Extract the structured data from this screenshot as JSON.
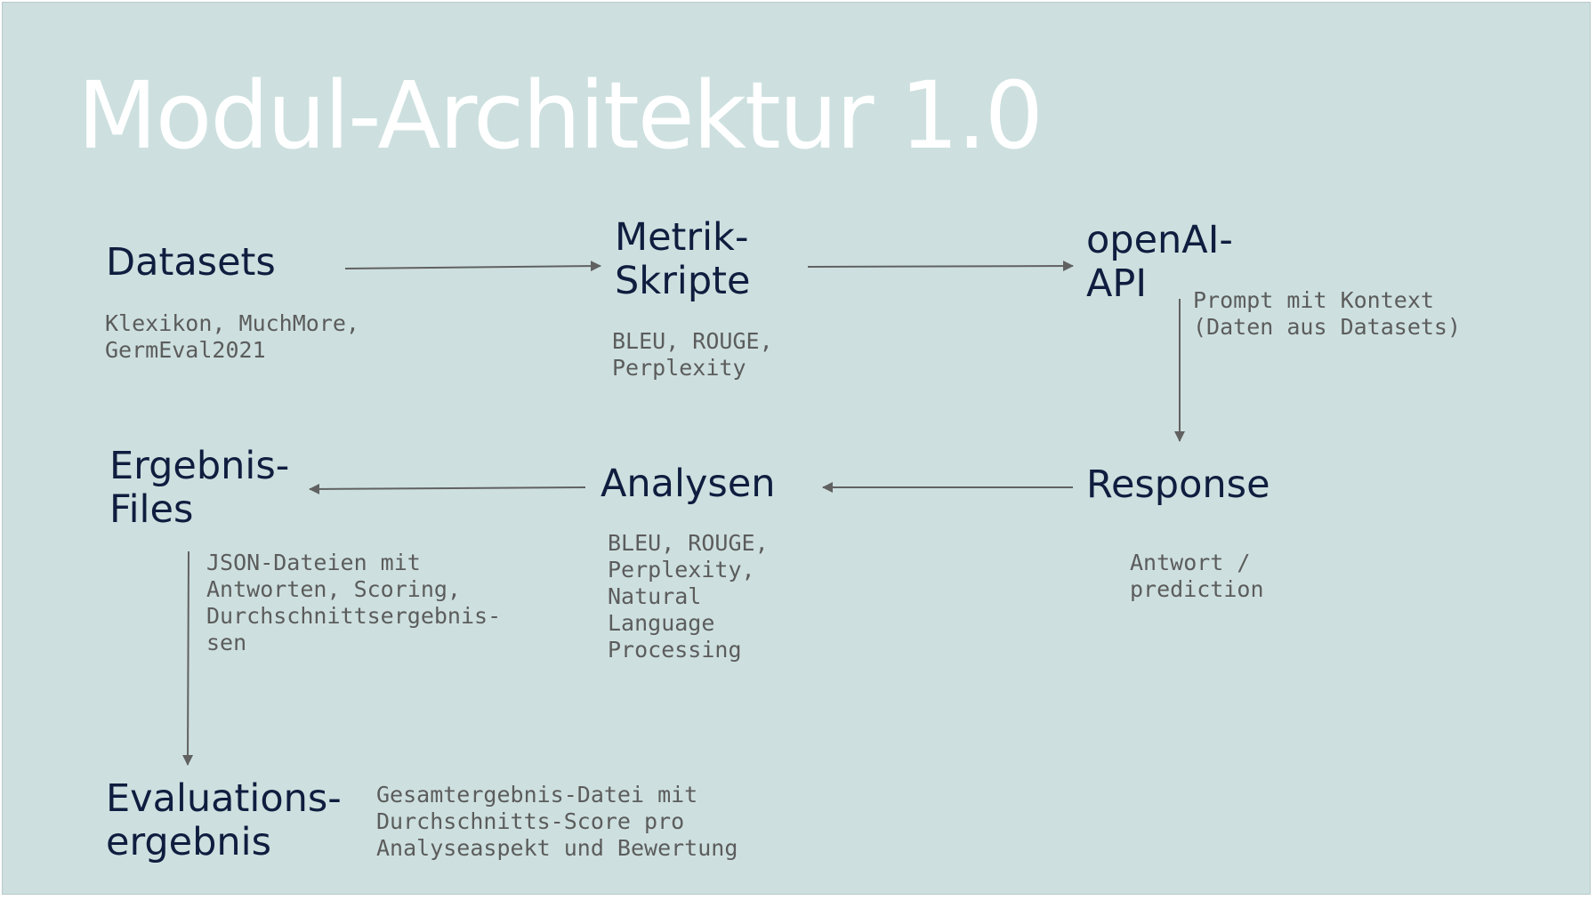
{
  "slide": {
    "title": "Modul-Architektur 1.0",
    "background": "#cde0df",
    "title_color": "#ffffff",
    "node_color": "#0f1d3f",
    "note_color": "#5c5c5c",
    "arrow_color": "#616161"
  },
  "nodes": {
    "datasets": {
      "lines": [
        "Datasets"
      ],
      "note": [
        "Klexikon, MuchMore,",
        "GermEval2021"
      ]
    },
    "metrik": {
      "lines": [
        "Metrik-",
        "Skripte"
      ],
      "note": [
        "BLEU, ROUGE,",
        "Perplexity"
      ]
    },
    "openai": {
      "lines": [
        "openAI-",
        "API"
      ],
      "note": [
        "Prompt mit Kontext",
        "(Daten aus Datasets)"
      ]
    },
    "response": {
      "lines": [
        "Response"
      ],
      "note": [
        "Antwort /",
        "prediction"
      ]
    },
    "analysen": {
      "lines": [
        "Analysen"
      ],
      "note": [
        "BLEU, ROUGE,",
        "Perplexity,",
        "Natural",
        "Language",
        "Processing"
      ]
    },
    "ergebnis": {
      "lines": [
        "Ergebnis-",
        "Files"
      ],
      "note": [
        "JSON-Dateien mit",
        "Antworten, Scoring,",
        "Durchschnittsergebnis-",
        "sen"
      ]
    },
    "evaluation": {
      "lines": [
        "Evaluations-",
        "ergebnis"
      ],
      "note": [
        "Gesamtergebnis-Datei mit",
        "Durchschnitts-Score pro",
        "Analyseaspekt und Bewertung"
      ]
    }
  }
}
